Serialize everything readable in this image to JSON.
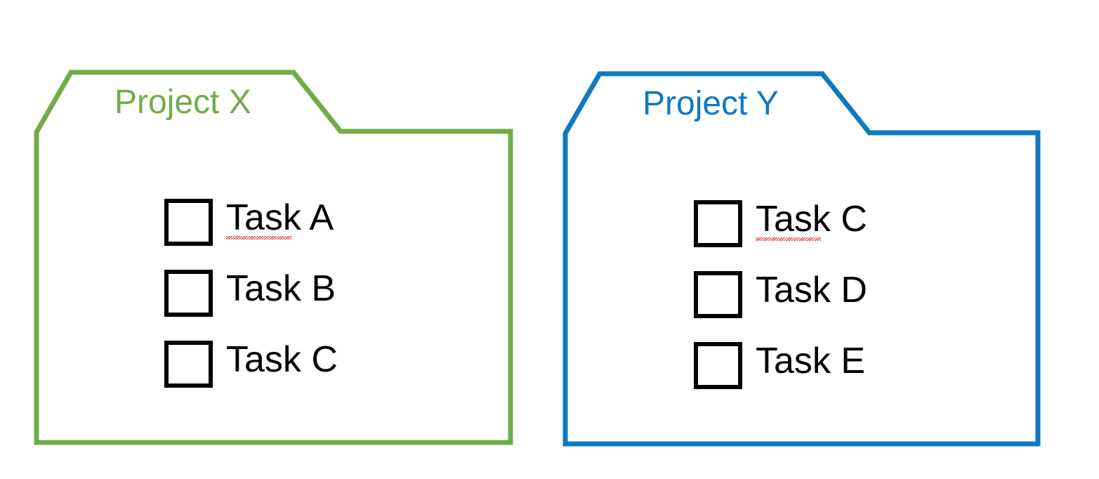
{
  "diagram": {
    "type": "folder-task-diagram",
    "background_color": "#ffffff",
    "folders": [
      {
        "id": "project-x",
        "title": "Project X",
        "color": "#70ad47",
        "color_name": "green",
        "stroke_width": 7,
        "tasks": [
          {
            "label": "Task A",
            "checked": false,
            "spellcheck_error": true,
            "spellcheck_word": "Task"
          },
          {
            "label": "Task B",
            "checked": false,
            "spellcheck_error": false,
            "spellcheck_word": ""
          },
          {
            "label": "Task C",
            "checked": false,
            "spellcheck_error": false,
            "spellcheck_word": ""
          }
        ]
      },
      {
        "id": "project-y",
        "title": "Project Y",
        "color": "#0f79c0",
        "color_name": "blue",
        "stroke_width": 7,
        "tasks": [
          {
            "label": "Task C",
            "checked": false,
            "spellcheck_error": true,
            "spellcheck_word": "Task"
          },
          {
            "label": "Task D",
            "checked": false,
            "spellcheck_error": false,
            "spellcheck_word": ""
          },
          {
            "label": "Task E",
            "checked": false,
            "spellcheck_error": false,
            "spellcheck_word": ""
          }
        ]
      }
    ]
  }
}
